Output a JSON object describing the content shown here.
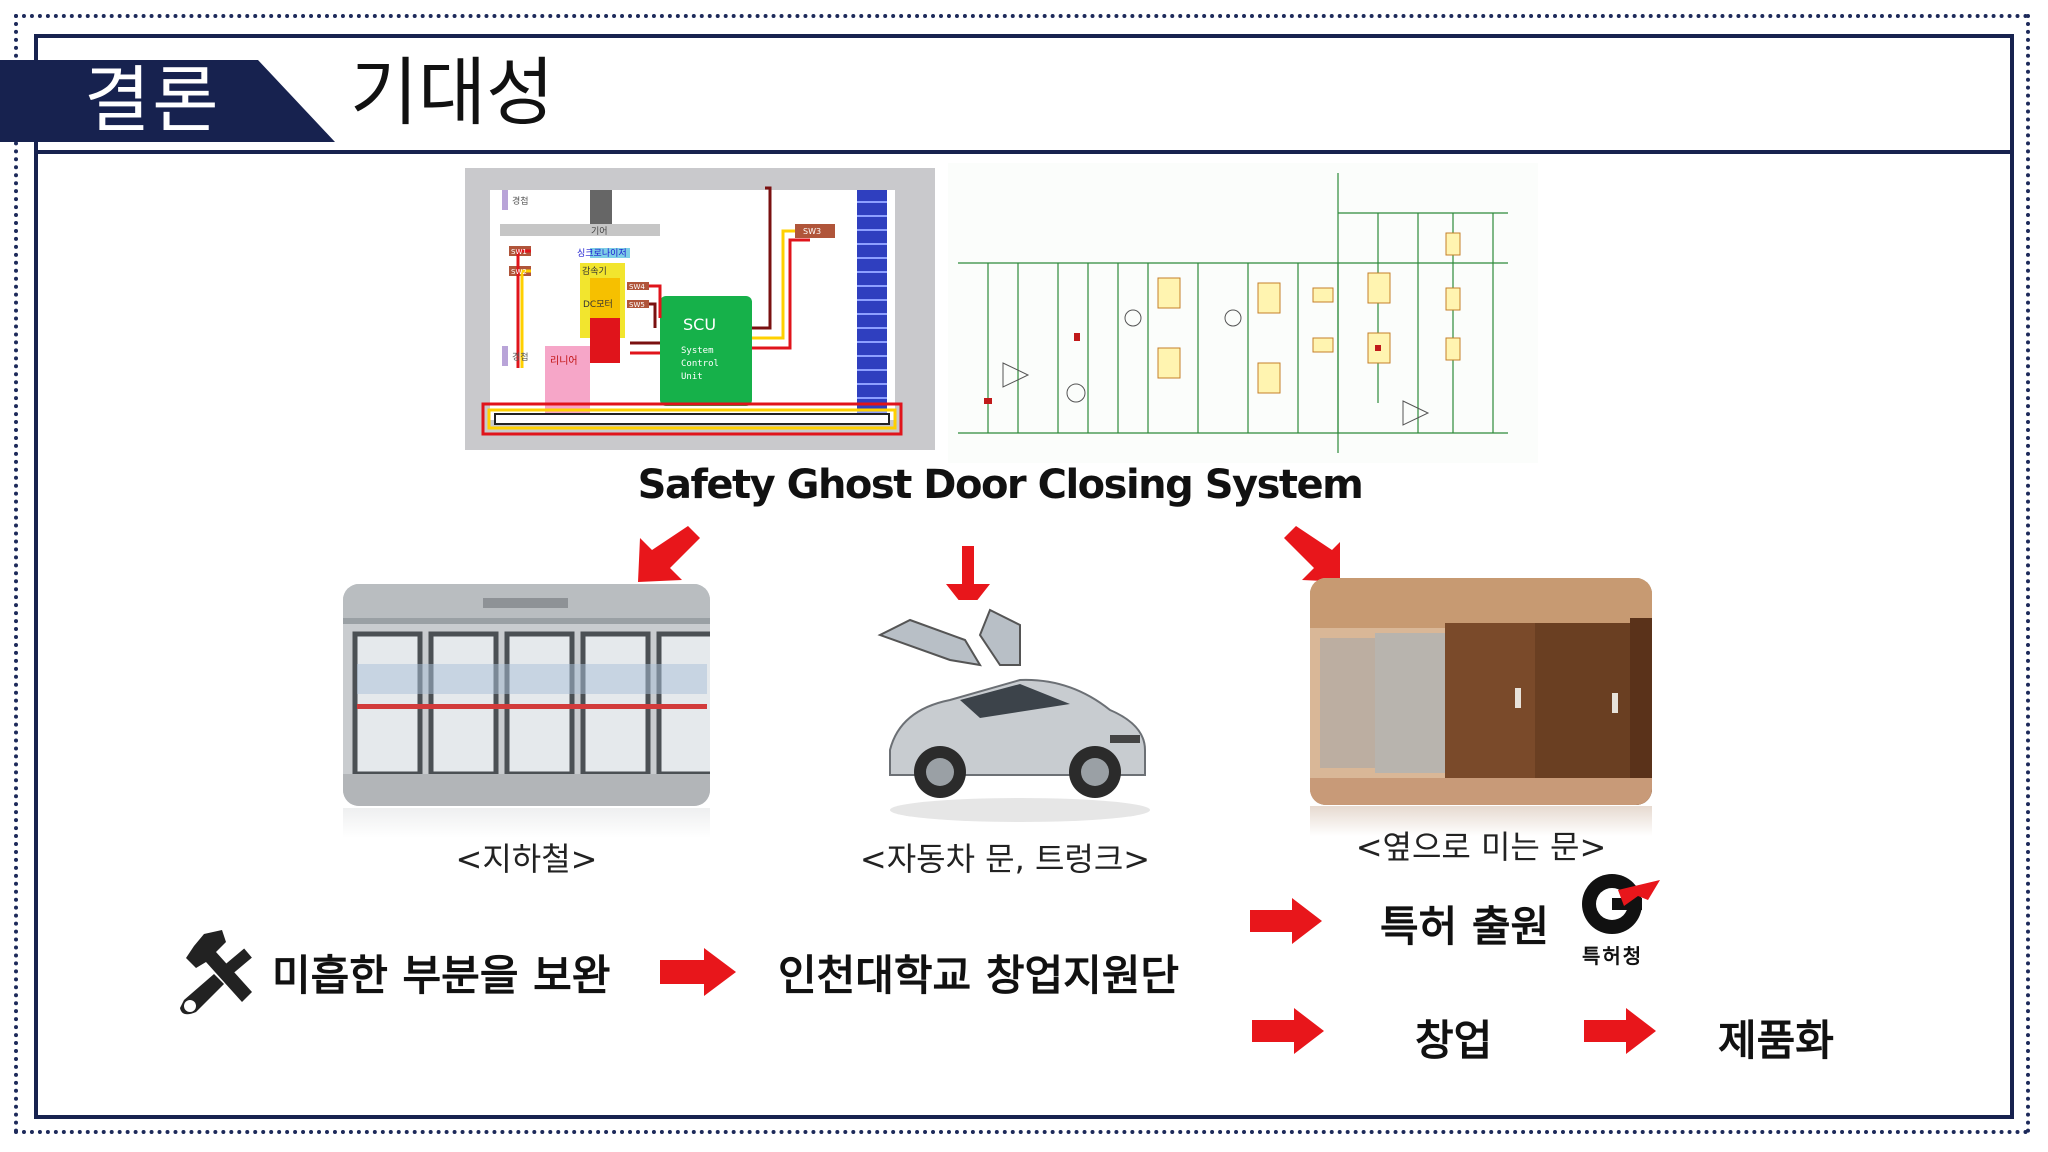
{
  "header": {
    "badge_label": "결론",
    "title": "기대성"
  },
  "diagram": {
    "labels": {
      "sensor_top": "경첩",
      "sensor_bottom": "경첩",
      "gear": "기어",
      "synchro": "싱크로나이저",
      "decelerator": "감속기",
      "motor": "DC모터",
      "linear": "리니어",
      "sw1": "SW1",
      "sw2": "SW2",
      "sw3": "SW3",
      "sw4": "SW4",
      "sw5": "SW5",
      "scu_title": "SCU",
      "scu_sub1": "System",
      "scu_sub2": "Control",
      "scu_sub3": "Unit"
    }
  },
  "system_title": "Safety Ghost Door Closing System",
  "applications": [
    {
      "caption": "<지하철>"
    },
    {
      "caption": "<자동차 문, 트렁크>"
    },
    {
      "caption": "<옆으로 미는 문>"
    }
  ],
  "flow": {
    "improve": "미흡한 부분을 보완",
    "support": "인천대학교 창업지원단",
    "patent": "특허 출원",
    "startup": "창업",
    "product": "제품화",
    "patent_office_logo": "특허청"
  },
  "colors": {
    "navy": "#17224f",
    "arrow_red": "#e8161b",
    "scu_green": "#16b14a",
    "linear_pink": "#f6a6c8"
  }
}
